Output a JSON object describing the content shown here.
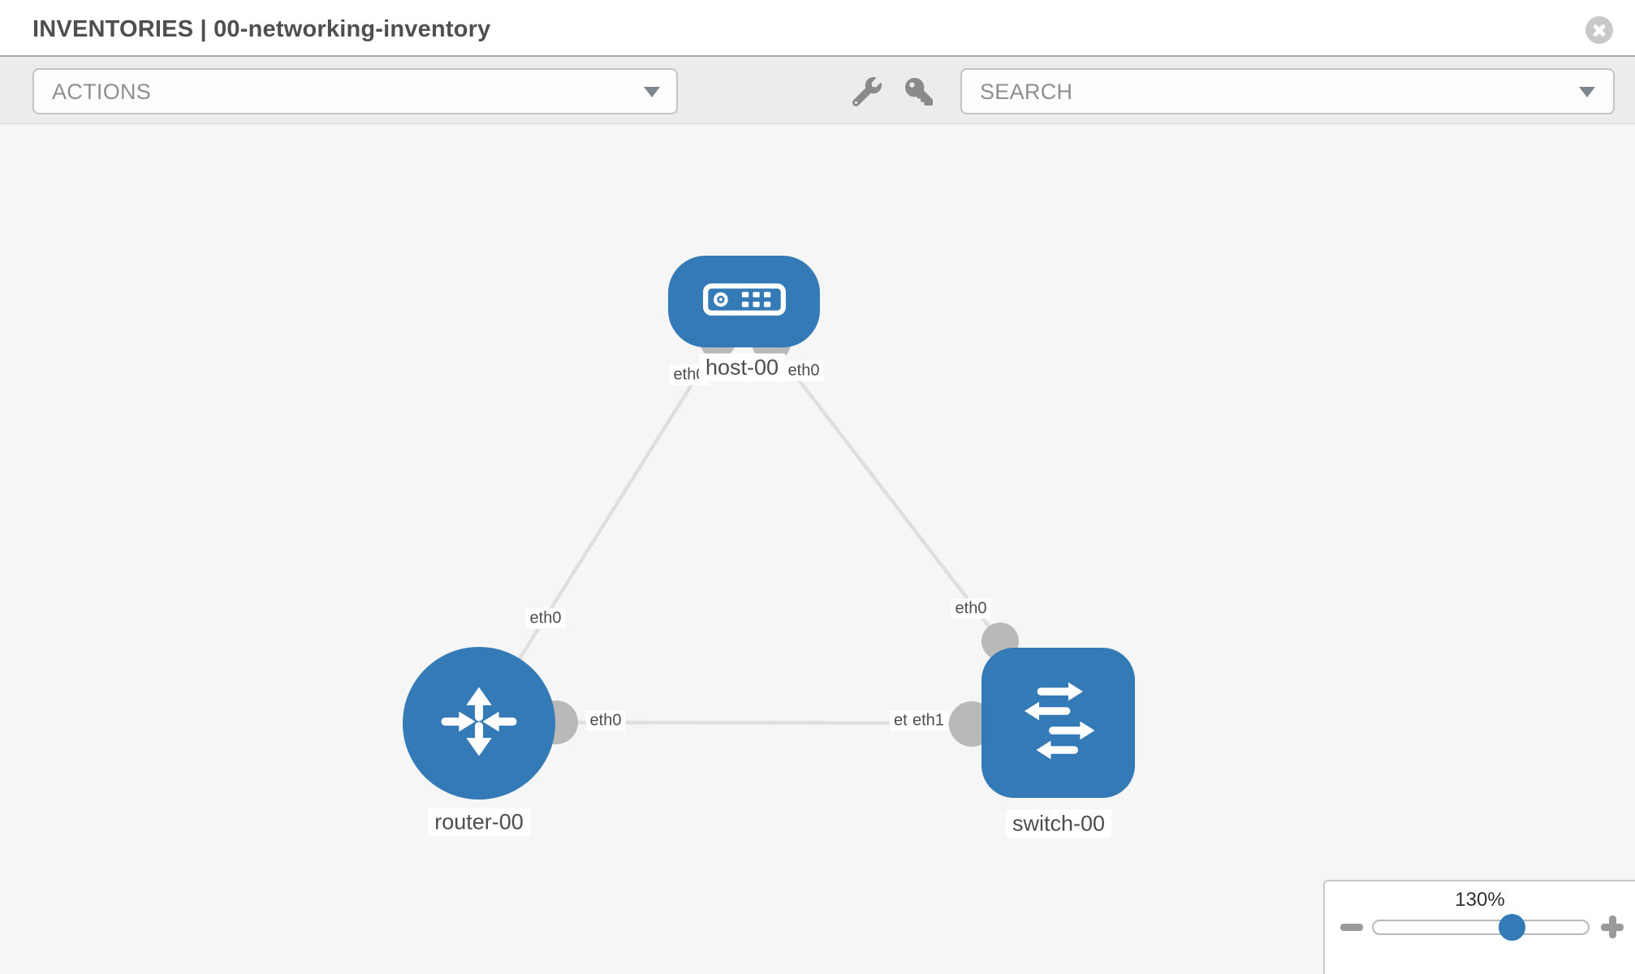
{
  "header": {
    "title": "INVENTORIES | 00-networking-inventory"
  },
  "toolbar": {
    "actions_label": "ACTIONS",
    "search_label": "SEARCH"
  },
  "canvas": {
    "nodes": [
      {
        "label": "host-00",
        "type": "host"
      },
      {
        "label": "router-00",
        "type": "router"
      },
      {
        "label": "switch-00",
        "type": "switch"
      }
    ],
    "links": [
      {
        "from": "host-00",
        "from_interface": "eth0",
        "to": "router-00",
        "to_interface": "eth0"
      },
      {
        "from": "host-00",
        "from_interface": "eth0",
        "to": "switch-00",
        "to_interface": "eth0"
      },
      {
        "from": "router-00",
        "from_interface": "eth0",
        "to": "switch-00",
        "to_interface": "eth1"
      }
    ],
    "interface_labels": {
      "host_to_router_at_host": "eth0",
      "host_to_switch_at_host": "eth0",
      "host_to_router_at_router": "eth0",
      "host_to_switch_at_switch": "eth0",
      "router_to_switch_at_router": "eth0",
      "router_to_switch_at_switch_back": "eth0",
      "router_to_switch_at_switch_front": "eth1"
    }
  },
  "zoom_control": {
    "level": "130%"
  },
  "colors": {
    "node_blue": "#337ab7",
    "edge_gray": "#dfdfdf",
    "endpoint_gray": "#b9b9b9",
    "canvas_bg": "#f6f6f6"
  }
}
